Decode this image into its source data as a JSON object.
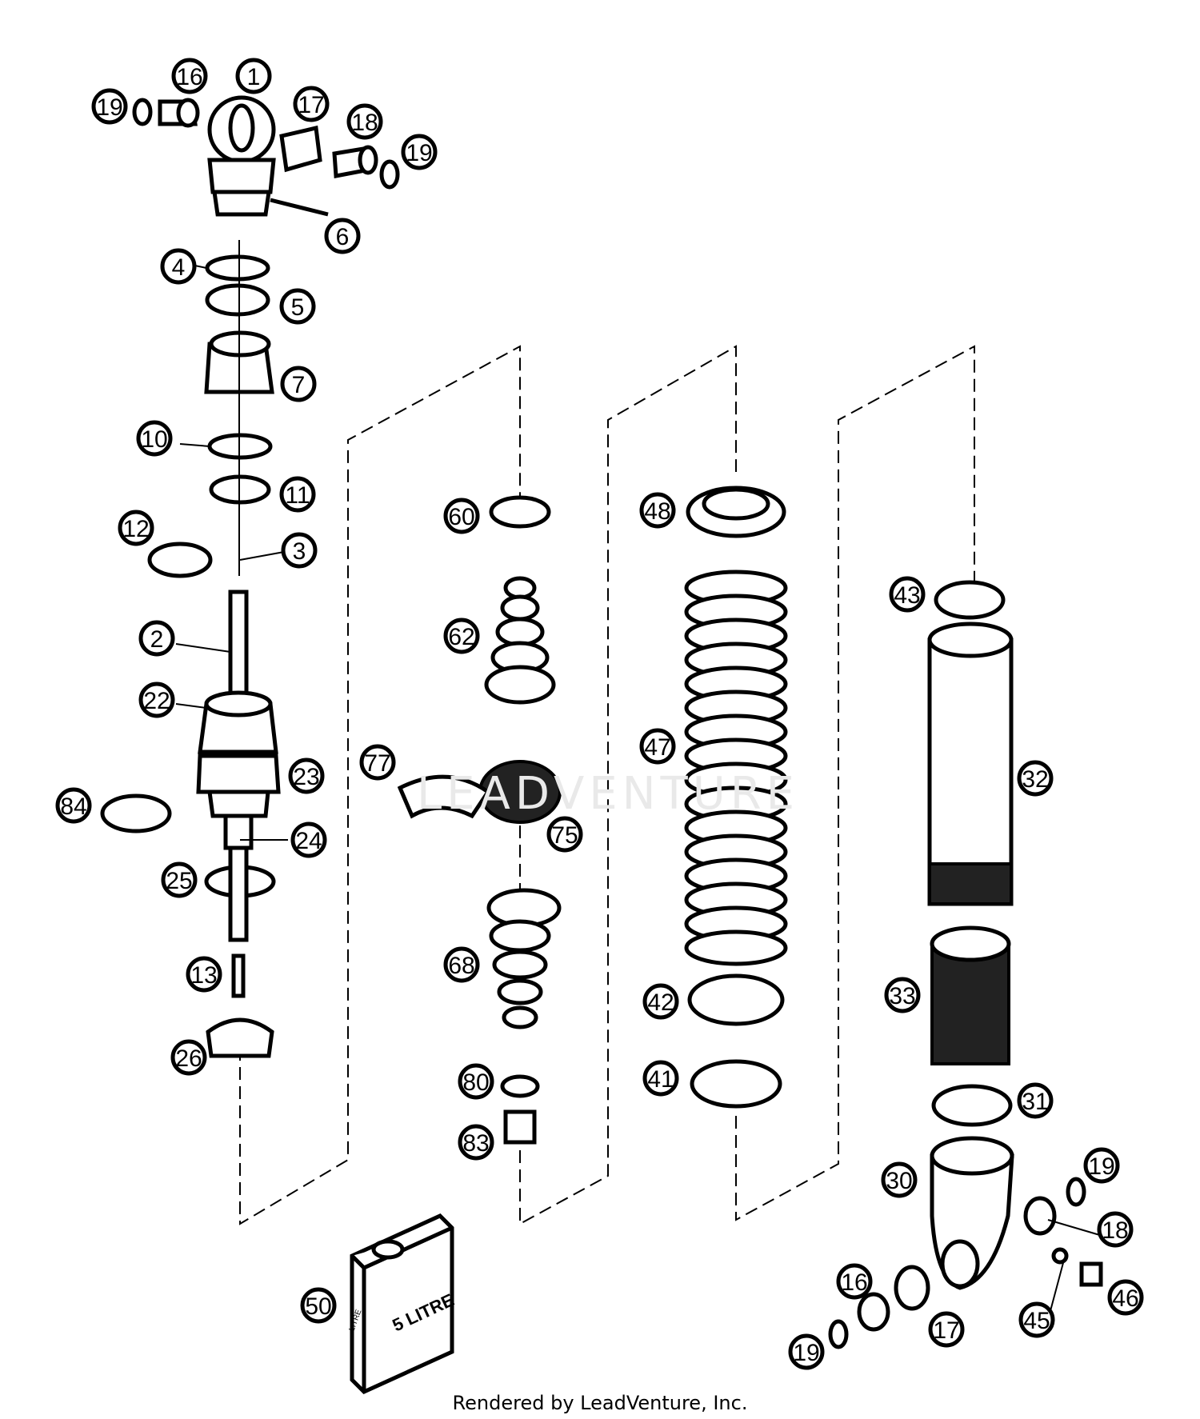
{
  "callouts": [
    {
      "id": "c1",
      "label": "1"
    },
    {
      "id": "c2",
      "label": "2"
    },
    {
      "id": "c3",
      "label": "3"
    },
    {
      "id": "c4",
      "label": "4"
    },
    {
      "id": "c5",
      "label": "5"
    },
    {
      "id": "c6",
      "label": "6"
    },
    {
      "id": "c7",
      "label": "7"
    },
    {
      "id": "c10",
      "label": "10"
    },
    {
      "id": "c11",
      "label": "11"
    },
    {
      "id": "c12",
      "label": "12"
    },
    {
      "id": "c13",
      "label": "13"
    },
    {
      "id": "c16a",
      "label": "16"
    },
    {
      "id": "c16b",
      "label": "16"
    },
    {
      "id": "c17a",
      "label": "17"
    },
    {
      "id": "c17b",
      "label": "17"
    },
    {
      "id": "c18a",
      "label": "18"
    },
    {
      "id": "c18b",
      "label": "18"
    },
    {
      "id": "c19a",
      "label": "19"
    },
    {
      "id": "c19b",
      "label": "19"
    },
    {
      "id": "c19c",
      "label": "19"
    },
    {
      "id": "c19d",
      "label": "19"
    },
    {
      "id": "c22",
      "label": "22"
    },
    {
      "id": "c23",
      "label": "23"
    },
    {
      "id": "c24",
      "label": "24"
    },
    {
      "id": "c25",
      "label": "25"
    },
    {
      "id": "c26",
      "label": "26"
    },
    {
      "id": "c30",
      "label": "30"
    },
    {
      "id": "c31",
      "label": "31"
    },
    {
      "id": "c32",
      "label": "32"
    },
    {
      "id": "c33",
      "label": "33"
    },
    {
      "id": "c41",
      "label": "41"
    },
    {
      "id": "c42",
      "label": "42"
    },
    {
      "id": "c43",
      "label": "43"
    },
    {
      "id": "c45",
      "label": "45"
    },
    {
      "id": "c46",
      "label": "46"
    },
    {
      "id": "c47",
      "label": "47"
    },
    {
      "id": "c48",
      "label": "48"
    },
    {
      "id": "c50",
      "label": "50"
    },
    {
      "id": "c60",
      "label": "60"
    },
    {
      "id": "c62",
      "label": "62"
    },
    {
      "id": "c68",
      "label": "68"
    },
    {
      "id": "c75",
      "label": "75"
    },
    {
      "id": "c77",
      "label": "77"
    },
    {
      "id": "c80",
      "label": "80"
    },
    {
      "id": "c83",
      "label": "83"
    },
    {
      "id": "c84",
      "label": "84"
    }
  ],
  "can_label": "5 LITRE",
  "can_small_label": "LITRE",
  "watermark": "LEADVENTURE",
  "footer": "Rendered by LeadVenture, Inc."
}
